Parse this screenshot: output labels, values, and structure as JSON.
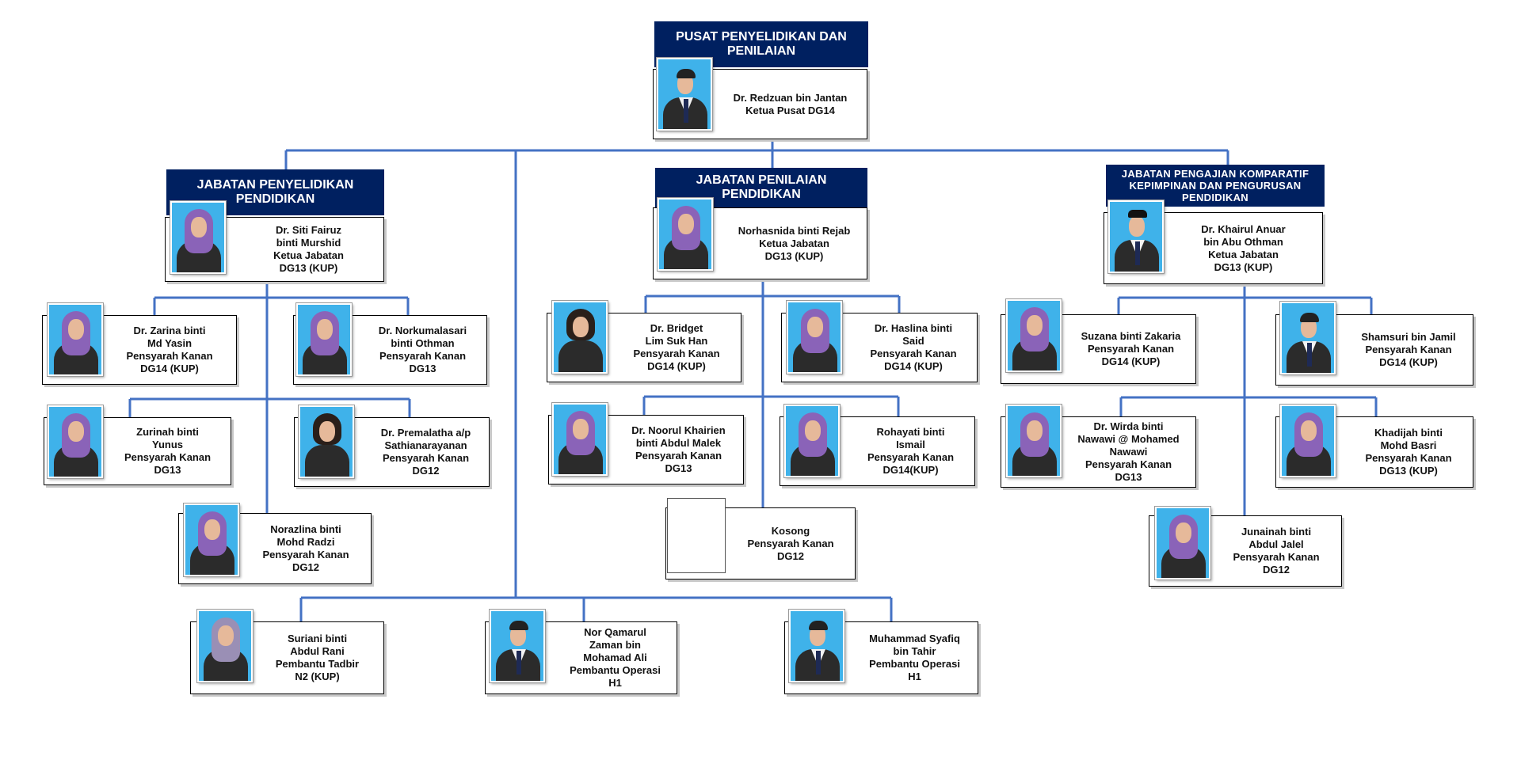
{
  "top": {
    "header": "PUSAT PENYELIDIKAN DAN PENILAIAN",
    "name": "Dr. Redzuan bin Jantan",
    "role": "Ketua Pusat DG14"
  },
  "departments": [
    {
      "header": "JABATAN PENYELIDIKAN PENDIDIKAN",
      "head": {
        "lines": [
          "Dr. Siti Fairuz",
          "binti Murshid",
          "Ketua Jabatan",
          "DG13 (KUP)"
        ]
      },
      "staff": [
        {
          "lines": [
            "Dr. Zarina binti",
            "Md Yasin",
            "Pensyarah Kanan",
            "DG14 (KUP)"
          ]
        },
        {
          "lines": [
            "Dr. Norkumalasari",
            "binti Othman",
            "Pensyarah Kanan",
            "DG13"
          ]
        },
        {
          "lines": [
            "Zurinah binti",
            "Yunus",
            "Pensyarah Kanan",
            "DG13"
          ]
        },
        {
          "lines": [
            "Dr. Premalatha a/p",
            "Sathianarayanan",
            "Pensyarah Kanan",
            "DG12"
          ]
        },
        {
          "lines": [
            "Norazlina binti",
            "Mohd Radzi",
            "Pensyarah Kanan",
            "DG12"
          ]
        }
      ]
    },
    {
      "header": "JABATAN PENILAIAN PENDIDIKAN",
      "head": {
        "lines": [
          "Norhasnida binti Rejab",
          "Ketua Jabatan",
          "DG13 (KUP)"
        ]
      },
      "staff": [
        {
          "lines": [
            "Dr. Bridget",
            "Lim Suk Han",
            "Pensyarah Kanan",
            "DG14 (KUP)"
          ]
        },
        {
          "lines": [
            "Dr. Haslina binti",
            "Said",
            "Pensyarah Kanan",
            "DG14 (KUP)"
          ]
        },
        {
          "lines": [
            "Dr. Noorul Khairien",
            "binti Abdul Malek",
            "Pensyarah Kanan",
            "DG13"
          ]
        },
        {
          "lines": [
            "Rohayati binti",
            "Ismail",
            "Pensyarah Kanan",
            "DG14(KUP)"
          ]
        },
        {
          "lines": [
            "Kosong",
            "Pensyarah Kanan",
            "DG12"
          ]
        }
      ]
    },
    {
      "header": "JABATAN PENGAJIAN KOMPARATIF KEPIMPINAN  DAN PENGURUSAN PENDIDIKAN",
      "head": {
        "lines": [
          "Dr. Khairul Anuar",
          "bin Abu Othman",
          "Ketua Jabatan",
          "DG13 (KUP)"
        ]
      },
      "staff": [
        {
          "lines": [
            "Suzana binti Zakaria",
            "Pensyarah Kanan",
            "DG14 (KUP)"
          ]
        },
        {
          "lines": [
            "Shamsuri bin Jamil",
            "Pensyarah Kanan",
            "DG14 (KUP)"
          ]
        },
        {
          "lines": [
            "Dr. Wirda binti",
            "Nawawi @ Mohamed",
            "Nawawi",
            "Pensyarah Kanan",
            "DG13"
          ]
        },
        {
          "lines": [
            "Khadijah binti",
            "Mohd Basri",
            "Pensyarah Kanan",
            "DG13 (KUP)"
          ]
        },
        {
          "lines": [
            "Junainah binti",
            "Abdul Jalel",
            "Pensyarah Kanan",
            "DG12"
          ]
        }
      ]
    }
  ],
  "support": [
    {
      "lines": [
        "Suriani binti",
        "Abdul Rani",
        "Pembantu Tadbir",
        "N2 (KUP)"
      ]
    },
    {
      "lines": [
        "Nor Qamarul",
        "Zaman bin",
        "Mohamad Ali",
        "Pembantu Operasi",
        "H1"
      ]
    },
    {
      "lines": [
        "Muhammad Syafiq",
        "bin Tahir",
        "Pembantu Operasi",
        "H1"
      ]
    }
  ],
  "colors": {
    "header_bg": "#002060",
    "connector": "#4472c4",
    "photo_bg": "#3fb2ea",
    "hijab_purple": "#8a63b8"
  }
}
